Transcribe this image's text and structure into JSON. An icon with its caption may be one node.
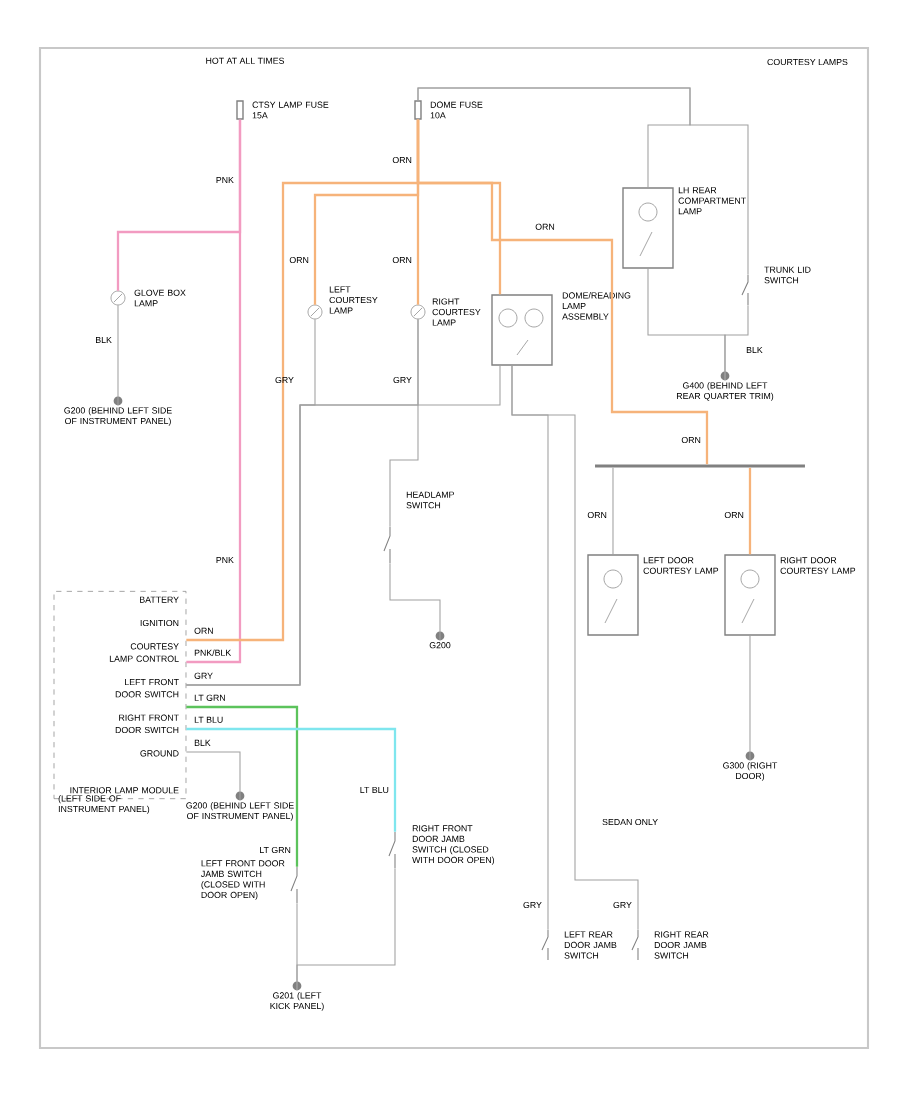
{
  "diagram": {
    "nodes": [
      {
        "text": [],
        "shape": "box",
        "beside": [
          "CTSY LAMP FUSE 15A"
        ]
      },
      {
        "text": [],
        "shape": "box",
        "beside": [
          "DOME FUSE 10A"
        ]
      },
      {
        "text": [],
        "shape": "circle",
        "beside": [
          "GLOVE BOX LAMP"
        ]
      },
      {
        "text": [
          "G200 (BEHIND LEFT SIDE OF INSTRUMENT PANEL)"
        ]
      },
      {
        "text": [],
        "shape": "circle",
        "beside": [
          "LEFT COURTESY LAMP"
        ]
      },
      {
        "text": [],
        "shape": "circle",
        "beside": [
          "RIGHT COURTESY LAMP"
        ]
      },
      {
        "text": [],
        "shape": "box",
        "beside": [
          "DOME/READING LAMP ASSEMBLY"
        ]
      },
      {
        "text": [],
        "shape": "box",
        "beside": [
          "LH REAR COMPARTMENT LAMP"
        ]
      },
      {
        "text": [],
        "shape": "switch",
        "beside": [
          "TRUNK LID SWITCH"
        ]
      },
      {
        "text": [
          "G400 (BEHIND LEFT REAR QUARTER TRIM)"
        ]
      },
      {
        "text": [],
        "shape": "bar"
      },
      {
        "text": [],
        "shape": "box",
        "beside": [
          "LEFT DOOR COURTESY LAMP"
        ]
      },
      {
        "text": [],
        "shape": "box",
        "beside": [
          "RIGHT DOOR COURTESY LAMP"
        ]
      },
      {
        "text": [
          "G300 (RIGHT DOOR)"
        ]
      },
      {
        "text": [],
        "shape": "switch",
        "beside": [
          "HEADLAMP SWITCH"
        ]
      },
      {
        "text": [
          "G200"
        ]
      },
      {
        "text": [
          "BATTERY",
          "IGNITION",
          "COURTESY LAMP CONTROL",
          "LEFT FRONT DOOR SWITCH",
          "RIGHT FRONT DOOR SWITCH",
          "GROUND",
          "INTERIOR LAMP MODULE"
        ],
        "beside": [
          "(LEFT SIDE OF INSTRUMENT PANEL)"
        ]
      },
      {
        "text": [
          "G200 (BEHIND LEFT SIDE OF INSTRUMENT PANEL)"
        ]
      },
      {
        "text": [],
        "shape": "switch",
        "beside": [
          "RIGHT FRONT DOOR JAMB SWITCH (CLOSED WITH DOOR OPEN)"
        ]
      },
      {
        "text": [],
        "shape": "switch",
        "beside": [
          "LEFT FRONT DOOR JAMB SWITCH (CLOSED WITH DOOR OPEN)"
        ]
      },
      {
        "text": [
          "G201 (LEFT KICK PANEL)"
        ]
      },
      {
        "text": [],
        "shape": "switch",
        "beside": [
          "LEFT REAR DOOR JAMB SWITCH"
        ]
      },
      {
        "text": [],
        "shape": "switch",
        "beside": [
          "RIGHT REAR DOOR JAMB SWITCH"
        ]
      }
    ],
    "edges": [
      {
        "from": 0,
        "to": 16,
        "arrow": "none",
        "color": "#f29bc1"
      },
      {
        "from": 0,
        "to": 2,
        "arrow": "none",
        "color": "#f29bc1"
      },
      {
        "from": 1,
        "to": 4,
        "arrow": "none",
        "color": "#f6b37a"
      },
      {
        "from": 1,
        "to": 5,
        "arrow": "none",
        "color": "#f6b37a"
      },
      {
        "from": 1,
        "to": 6,
        "arrow": "none",
        "color": "#f6b37a"
      },
      {
        "from": 1,
        "to": 16,
        "arrow": "none",
        "color": "#f6b37a"
      },
      {
        "from": 1,
        "to": 10,
        "arrow": "none",
        "color": "#f6b37a"
      },
      {
        "from": 7,
        "to": 9,
        "arrow": "none"
      },
      {
        "from": 8,
        "to": 9,
        "arrow": "none"
      },
      {
        "from": 1,
        "to": 7,
        "arrow": "none"
      },
      {
        "from": 1,
        "to": 8,
        "arrow": "none"
      },
      {
        "from": 10,
        "to": 11,
        "arrow": "none"
      },
      {
        "from": 10,
        "to": 12,
        "arrow": "none",
        "color": "#f6b37a"
      },
      {
        "from": 12,
        "to": 13,
        "arrow": "none"
      },
      {
        "from": 2,
        "to": 3,
        "arrow": "none"
      },
      {
        "from": 4,
        "to": 16,
        "arrow": "none"
      },
      {
        "from": 5,
        "to": 16,
        "arrow": "none"
      },
      {
        "from": 6,
        "to": 16,
        "arrow": "none"
      },
      {
        "from": 14,
        "to": 15,
        "arrow": "none"
      },
      {
        "from": 5,
        "to": 14,
        "arrow": "none"
      },
      {
        "from": 16,
        "to": 19,
        "arrow": "none",
        "color": "#5cc35c"
      },
      {
        "from": 16,
        "to": 18,
        "arrow": "none",
        "color": "#7fe6ee"
      },
      {
        "from": 16,
        "to": 17,
        "arrow": "none"
      },
      {
        "from": 19,
        "to": 20,
        "arrow": "none"
      },
      {
        "from": 18,
        "to": 20,
        "arrow": "none"
      },
      {
        "from": 6,
        "to": 21,
        "arrow": "none"
      },
      {
        "from": 6,
        "to": 22,
        "arrow": "none"
      }
    ],
    "labels": [
      "HOT AT ALL TIMES",
      "COURTESY LAMPS",
      "ORN",
      "PNK",
      "PNK",
      "ORN",
      "ORN",
      "GRY",
      "GRY",
      "BLK",
      "ORN",
      "ORN",
      "BLK",
      "ORN",
      "ORN",
      "SEDAN ONLY",
      "ORN",
      "PNK/BLK",
      "GRY",
      "LT GRN",
      "LT BLU",
      "BLK",
      "LT GRN",
      "LT BLU",
      "GRY",
      "GRY"
    ]
  }
}
